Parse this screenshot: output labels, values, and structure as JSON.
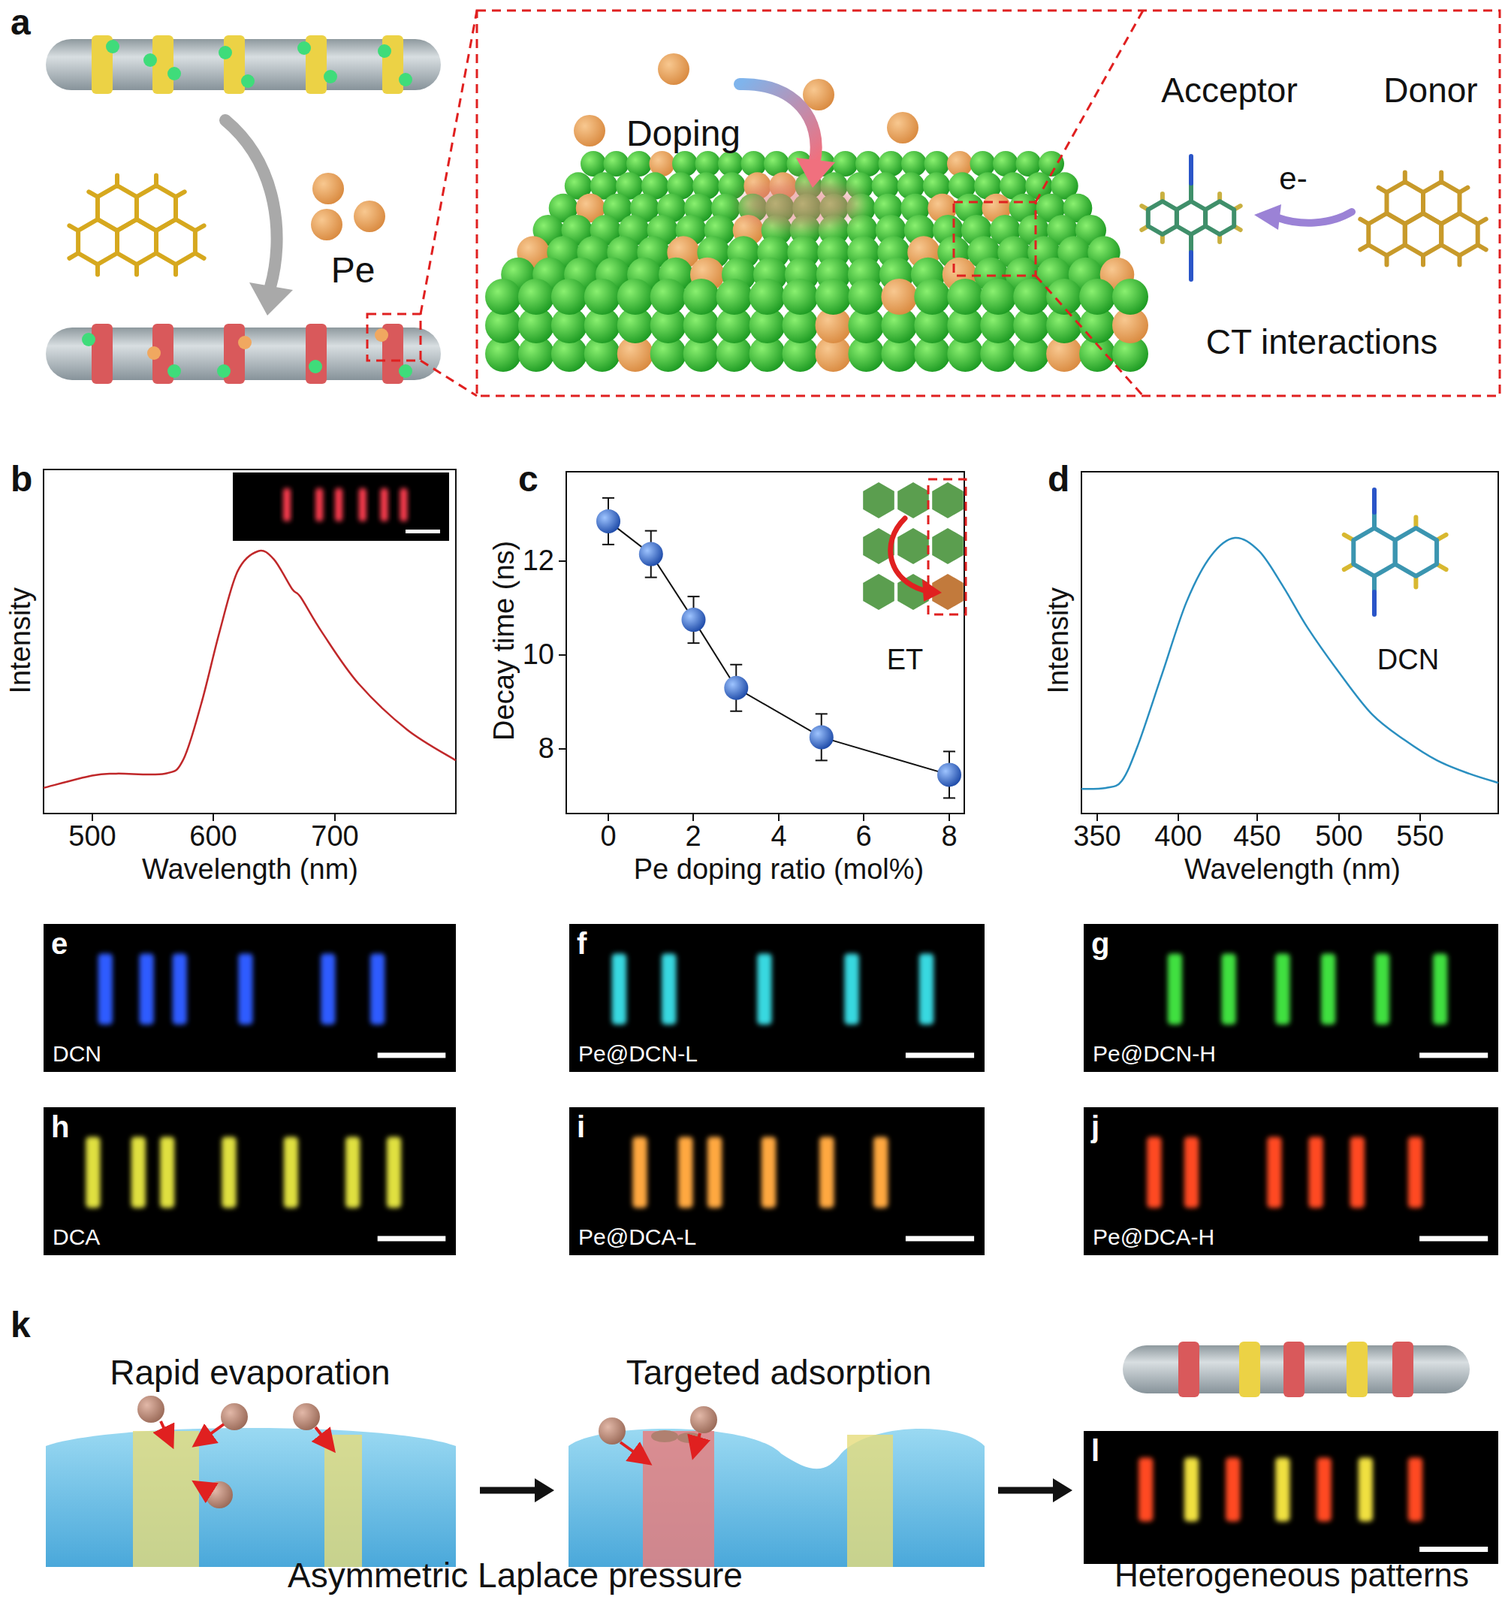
{
  "diagram": {
    "nodes": [
      {
        "text": [
          "e",
          "DCN"
        ]
      },
      {
        "text": [
          "f",
          "Pe@DCN-L"
        ]
      },
      {
        "text": [
          "g",
          "Pe@DCN-H"
        ]
      },
      {
        "text": [
          "h",
          "DCA"
        ]
      },
      {
        "text": [
          "i",
          "Pe@DCA-L"
        ]
      },
      {
        "text": [
          "j",
          "Pe@DCA-H"
        ]
      },
      {
        "text": [
          "l"
        ]
      }
    ],
    "labels": [
      "a",
      "Pe",
      "Doping",
      "Acceptor",
      "Donor",
      "e-",
      "CT interactions",
      "b",
      "Intensity",
      "500",
      "600",
      "700",
      "Wavelength (nm)",
      "c",
      "Decay time (ns)",
      "12",
      "10",
      "8",
      "0",
      "2",
      "4",
      "6",
      "8",
      "Pe doping ratio (mol%)",
      "ET",
      "d",
      "Intensity",
      "DCN",
      "350",
      "400",
      "450",
      "500",
      "550",
      "Wavelength (nm)",
      "k",
      "Rapid evaporation",
      "Targeted adsorption",
      "Asymmetric Laplace pressure",
      "Heterogeneous patterns"
    ]
  }
}
